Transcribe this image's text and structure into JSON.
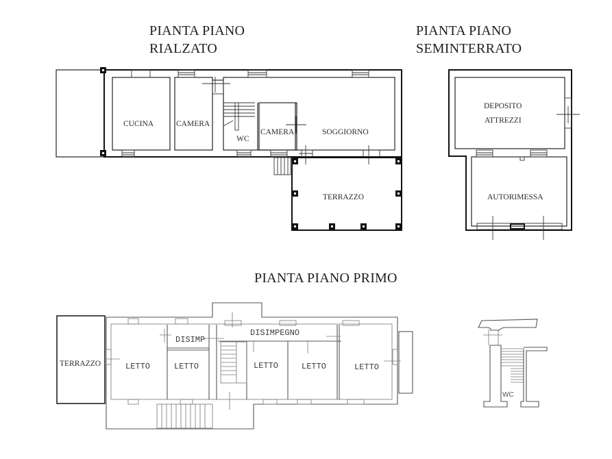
{
  "titles": {
    "rialzato_line1": "PIANTA PIANO",
    "rialzato_line2": "RIALZATO",
    "seminterrato_line1": "PIANTA PIANO",
    "seminterrato_line2": "SEMINTERRATO",
    "primo": "PIANTA PIANO PRIMO"
  },
  "piano_rialzato": {
    "rooms": {
      "cucina": "CUCINA",
      "camera_1": "CAMERA",
      "wc": "WC",
      "camera_2": "CAMERA",
      "soggiorno": "SOGGIORNO",
      "terrazzo": "TERRAZZO"
    }
  },
  "piano_seminterrato": {
    "rooms": {
      "deposito_line1": "DEPOSITO",
      "deposito_line2": "ATTREZZI",
      "autorimessa": "AUTORIMESSA"
    }
  },
  "piano_primo": {
    "rooms": {
      "terrazzo": "TERRAZZO",
      "letto_1": "LETTO",
      "letto_2": "LETTO",
      "disimp": "DISIMP",
      "disimpegno": "DISIMPEGNO",
      "letto_3": "LETTO",
      "letto_4": "LETTO",
      "letto_5": "LETTO"
    },
    "detail_wc": "WC"
  },
  "colors": {
    "line": "#111111",
    "faded_line": "#555555",
    "background": "#ffffff"
  }
}
